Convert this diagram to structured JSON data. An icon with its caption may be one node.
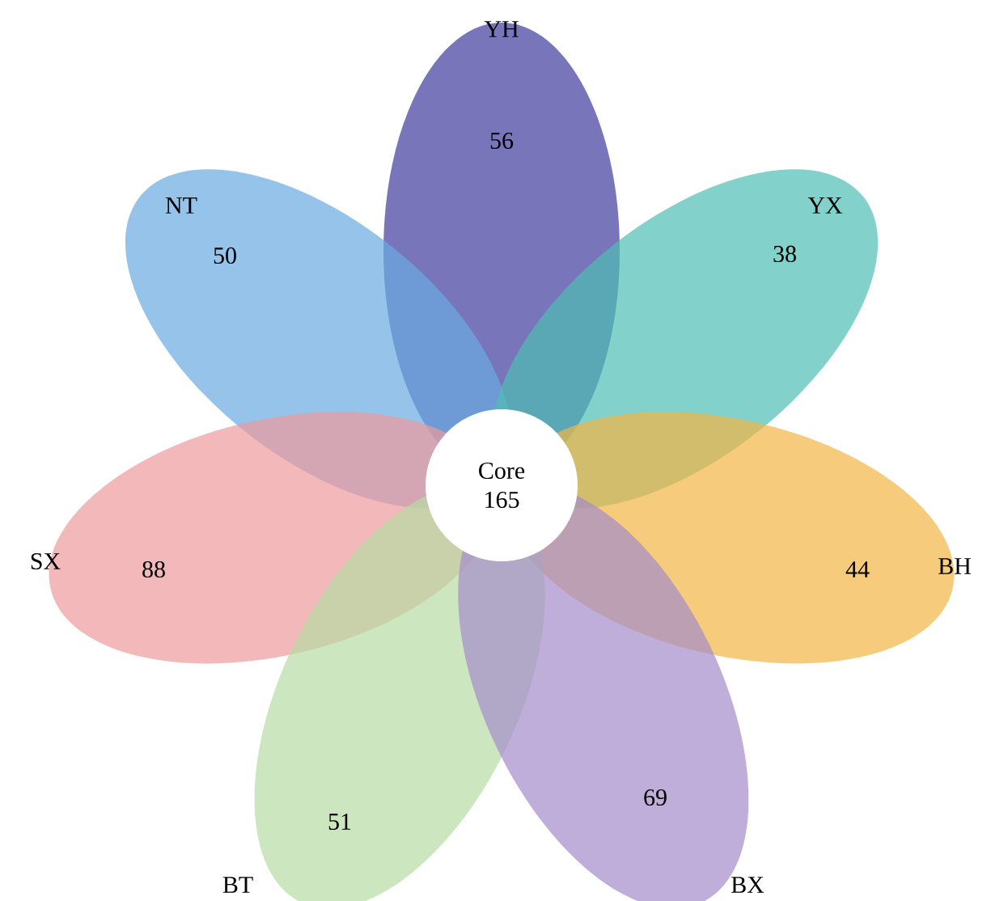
{
  "diagram": {
    "nodes": [
      {
        "text": [
          "YH",
          "56"
        ]
      },
      {
        "text": [
          "NT",
          "50"
        ]
      },
      {
        "text": [
          "YX",
          "38"
        ]
      },
      {
        "text": [
          "SX",
          "88"
        ]
      },
      {
        "text": [
          "44",
          "BH"
        ]
      },
      {
        "text": [
          "BT",
          "51"
        ]
      },
      {
        "text": [
          "BX",
          "69"
        ]
      },
      {
        "text": [
          "Core",
          "165"
        ]
      }
    ]
  }
}
